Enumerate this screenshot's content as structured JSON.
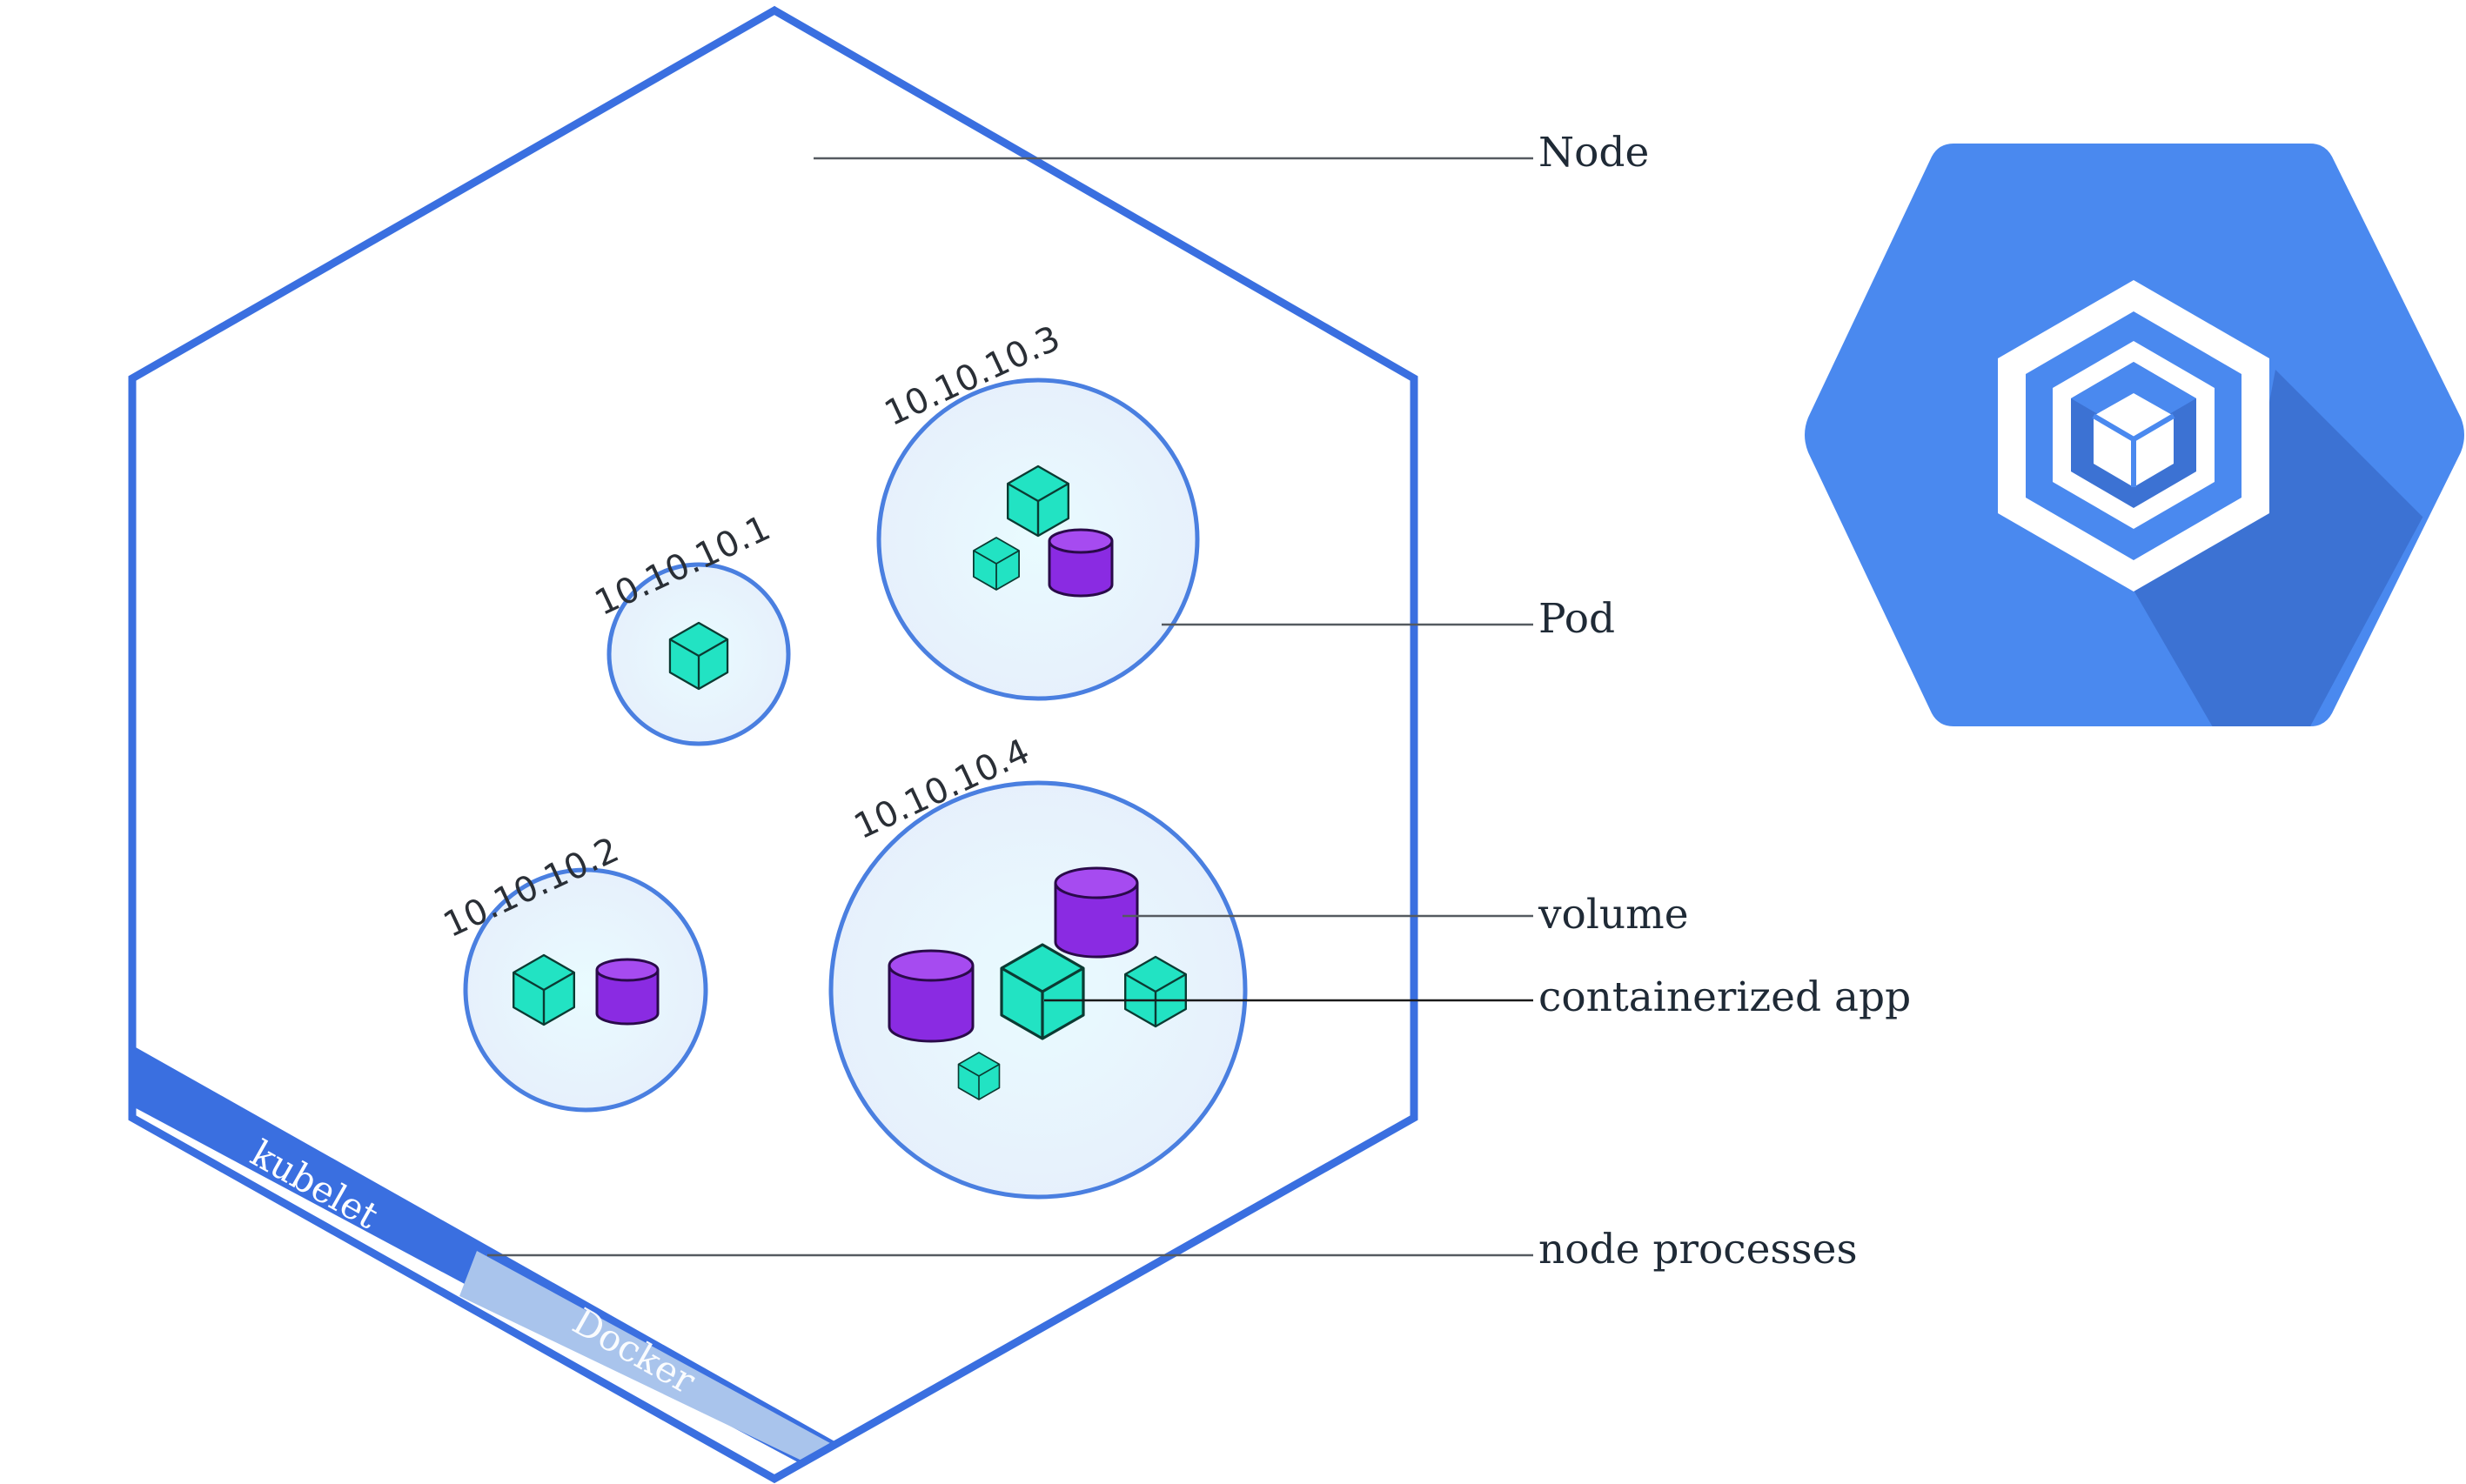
{
  "labels": {
    "node": "Node",
    "pod": "Pod",
    "volume": "volume",
    "containerized_app": "containerized app",
    "node_processes": "node processes"
  },
  "processes": {
    "kubelet": "kubelet",
    "docker": "Docker"
  },
  "pods": [
    {
      "ip": "10.10.10.1",
      "containers": 1,
      "volumes": 0
    },
    {
      "ip": "10.10.10.2",
      "containers": 1,
      "volumes": 1
    },
    {
      "ip": "10.10.10.3",
      "containers": 2,
      "volumes": 1
    },
    {
      "ip": "10.10.10.4",
      "containers": 3,
      "volumes": 2
    }
  ],
  "icons": {
    "logo": "kubernetes-engine-logo-icon",
    "container": "container-cube-icon",
    "volume": "volume-cylinder-icon"
  },
  "colors": {
    "node_outline": "#3a6fe0",
    "kubelet_band": "#3a6fe0",
    "docker_band": "#a9c4ec",
    "pod_fill": "#eaf6fb",
    "pod_stroke": "#4a7fe0",
    "cube_fill": "#22e3c3",
    "cube_stroke": "#0b3b33",
    "volume_fill": "#8a2be2",
    "logo_blue": "#4a89ef",
    "logo_shadow": "#3c72d3"
  }
}
